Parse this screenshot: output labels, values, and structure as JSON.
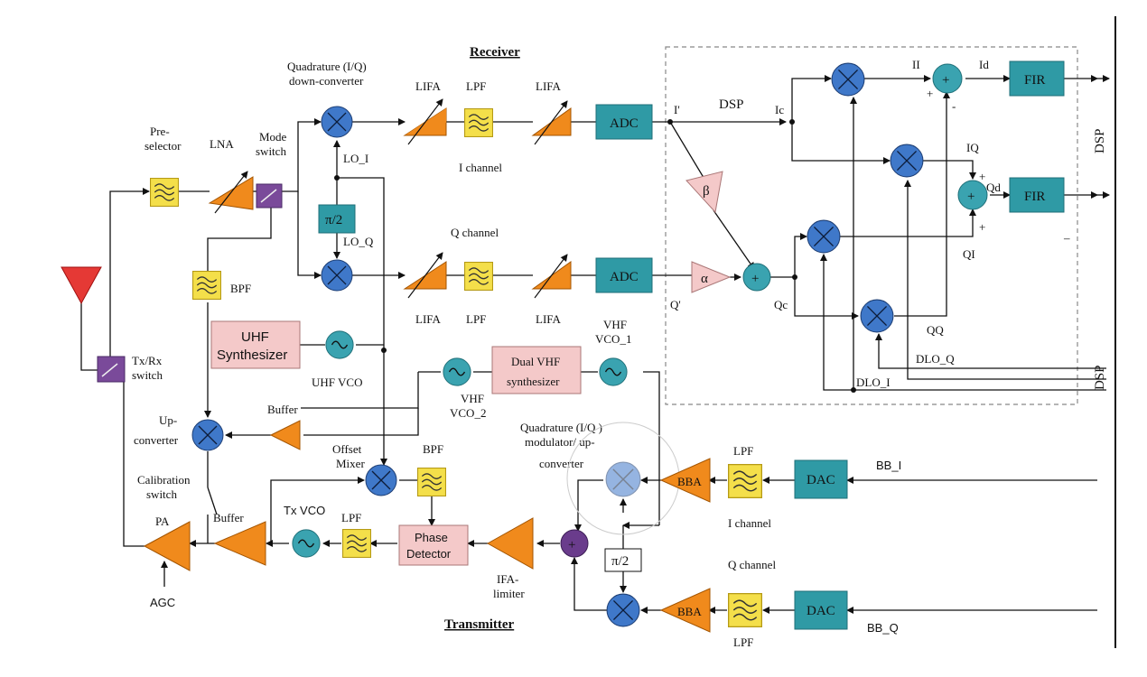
{
  "sections": {
    "receiver": "Receiver",
    "transmitter": "Transmitter",
    "dsp_box": "DSP",
    "dsp_out_top": "DSP",
    "dsp_out_bottom": "DSP"
  },
  "blocks": {
    "adc": "ADC",
    "dac": "DAC",
    "fir": "FIR",
    "pi2": "π/2",
    "bba": "BBA",
    "uhf_synth_1": "UHF",
    "uhf_synth_2": "Synthesizer",
    "dual_vhf_1": "Dual VHF",
    "dual_vhf_2": "synthesizer",
    "phase_det_1": "Phase",
    "phase_det_2": "Detector",
    "alpha": "α",
    "beta": "β",
    "plus": "+"
  },
  "labels": {
    "quad_down_1": "Quadrature (I/Q)",
    "quad_down_2": "down-converter",
    "lifa": "LIFA",
    "lpf": "LPF",
    "bpf": "BPF",
    "i_channel": "I channel",
    "q_channel": "Q channel",
    "pre_1": "Pre-",
    "pre_2": "selector",
    "lna": "LNA",
    "mode_1": "Mode",
    "mode_2": "switch",
    "lo_i": "LO_I",
    "lo_q": "LO_Q",
    "txrx_1": "Tx/Rx",
    "txrx_2": "switch",
    "uhf_vco": "UHF VCO",
    "vhf_vco1_1": "VHF",
    "vhf_vco1_2": "VCO_1",
    "vhf_vco2_1": "VHF",
    "vhf_vco2_2": "VCO_2",
    "buffer": "Buffer",
    "up_1": "Up-",
    "up_2": "converter",
    "offset_1": "Offset",
    "offset_2": "Mixer",
    "calib_1": "Calibration",
    "calib_2": "switch",
    "pa": "PA",
    "tx_vco": "Tx VCO",
    "agc": "AGC",
    "ifa_1": "IFA-",
    "ifa_2": "limiter",
    "quad_mod_1": "Quadrature (I/Q )",
    "quad_mod_2": "modulator/ up-",
    "quad_mod_3": "converter",
    "bb_i": "BB_I",
    "bb_q": "BB_Q",
    "i_prime": "I'",
    "q_prime": "Q'",
    "ic": "Ic",
    "qc": "Qc",
    "ii": "II",
    "id": "Id",
    "iq": "IQ",
    "qd": "Qd",
    "qi": "QI",
    "qq": "QQ",
    "dlo_q": "DLO_Q",
    "dlo_i": "DLO_I",
    "plus": "+",
    "minus": "-",
    "dash": "–"
  },
  "icons": [
    "mixer-icon",
    "amplifier-icon",
    "filter-icon",
    "oscillator-icon",
    "summer-icon",
    "switch-icon",
    "antenna-icon"
  ],
  "colors": {
    "block_teal": "#2f9aa5",
    "filter_yellow": "#f4df4a",
    "amplifier_orange": "#f08a1c",
    "mixer_blue": "#3f78c9",
    "synth_pink": "#f4c9c9",
    "switch_purple": "#7a4a9a",
    "antenna_red": "#e53935"
  }
}
